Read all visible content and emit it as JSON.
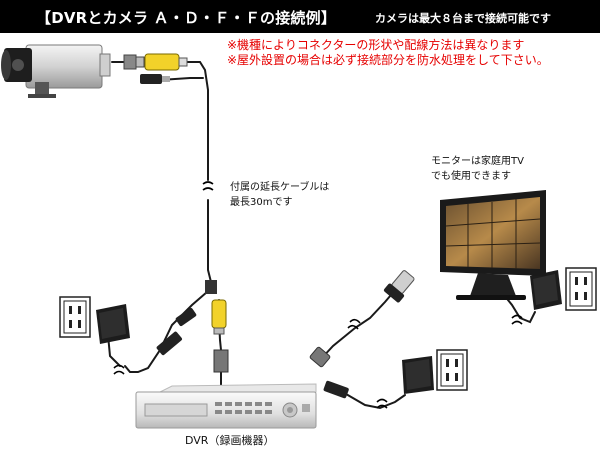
{
  "header": {
    "title": "【DVRとカメラ Ａ・Ｄ・Ｆ・Ｆの接続例】",
    "subtitle": "カメラは最大８台まで接続可能です"
  },
  "notes": [
    "※機種によりコネクターの形状や配線方法は異なります",
    "※屋外設置の場合は必ず接続部分を防水処理をして下さい。"
  ],
  "labels": {
    "cable": [
      "付属の延長ケーブルは",
      "最長30mです"
    ],
    "monitor": [
      "モニターは家庭用TV",
      "でも使用できます"
    ],
    "dvr": "DVR（録画機器）"
  },
  "colors": {
    "header_bg": "#000000",
    "header_text": "#ffffff",
    "note_text": "#e60000",
    "video_plug": "#f2d22a",
    "cable": "#1a1a1a"
  },
  "icons": [
    "security-camera-icon",
    "dvr-recorder-icon",
    "monitor-icon",
    "ac-adapter-icon",
    "wall-outlet-icon",
    "bnc-connector-icon",
    "rca-plug-icon",
    "dc-plug-icon",
    "cable-break-icon"
  ]
}
